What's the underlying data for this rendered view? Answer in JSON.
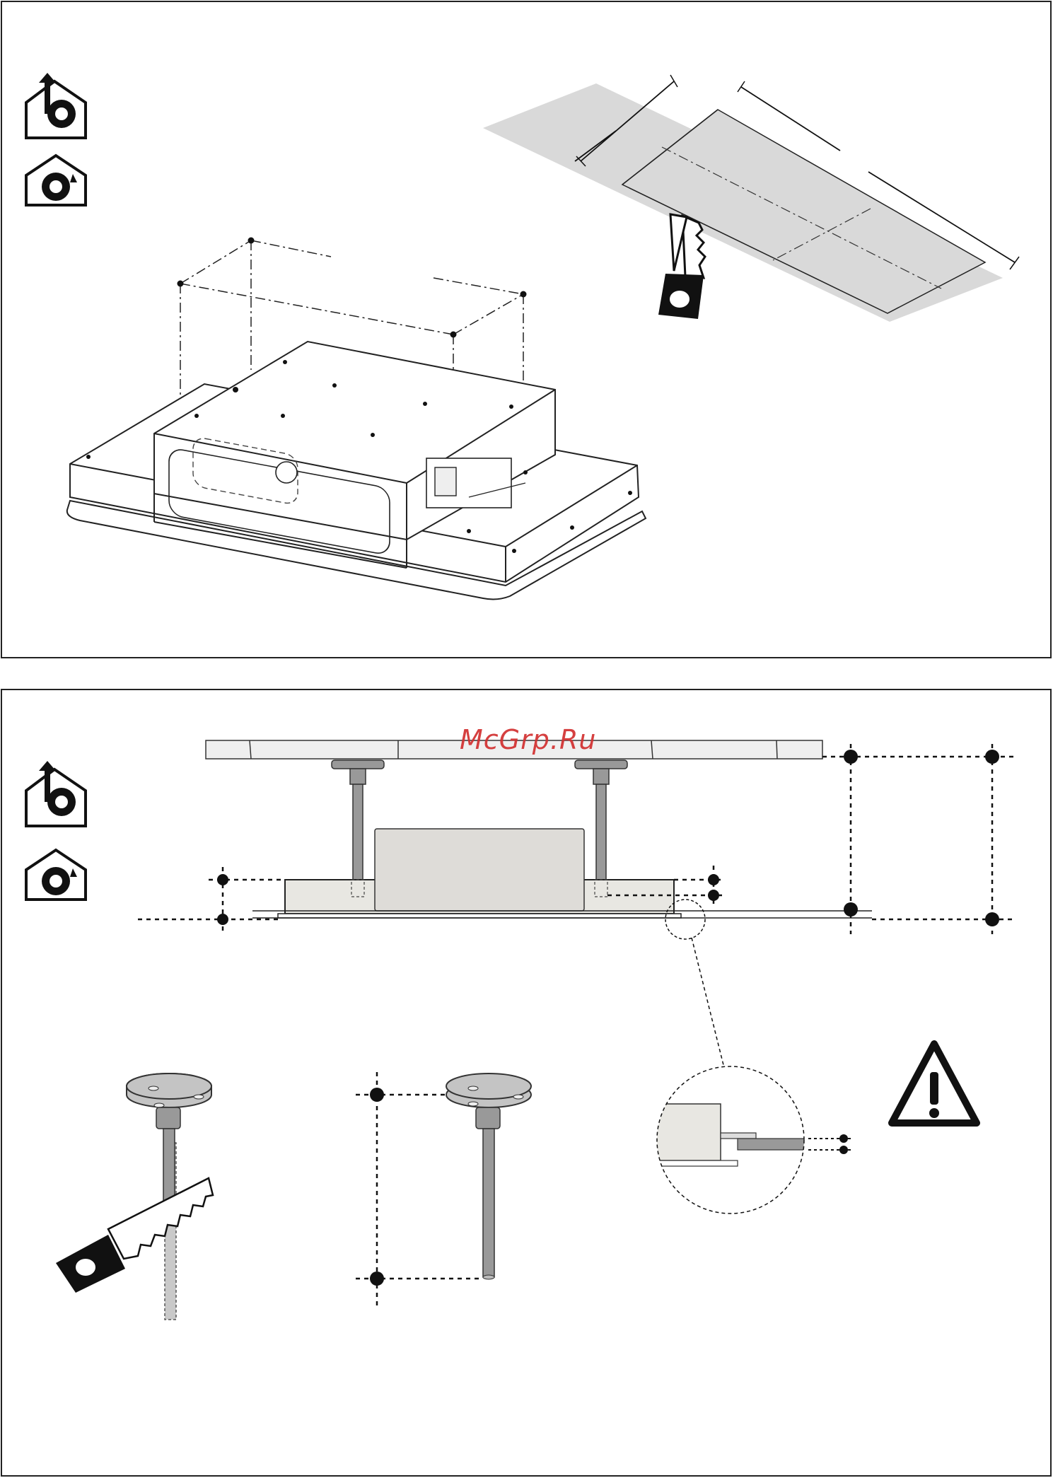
{
  "panel_top": {
    "icons": [
      "ducted-extraction-icon",
      "recirculation-icon"
    ],
    "illustrations": [
      "hood-isometric-template",
      "ceiling-cutout-saw"
    ]
  },
  "panel_bottom": {
    "icons": [
      "ducted-extraction-icon",
      "recirculation-icon",
      "warning-triangle-icon"
    ],
    "illustrations": [
      "hood-side-elevation",
      "rod-cutting-saw",
      "rod-length-measure",
      "detail-magnifier"
    ]
  },
  "watermark": {
    "text": "McGrp.Ru"
  }
}
